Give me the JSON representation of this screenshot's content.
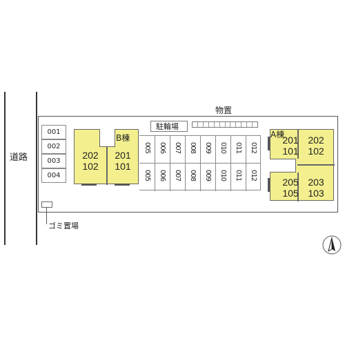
{
  "labels": {
    "road": "道路",
    "storage": "物置",
    "bicycle_parking": "駐輪場",
    "garbage": "ゴミ置場",
    "building_b": "B棟",
    "building_a": "A棟"
  },
  "left_slots": [
    "001",
    "002",
    "003",
    "004"
  ],
  "parking_top": [
    "005",
    "006",
    "007",
    "008",
    "009",
    "010",
    "011",
    "012"
  ],
  "parking_bottom": [
    "005",
    "006",
    "007",
    "008",
    "009",
    "010",
    "011",
    "012"
  ],
  "building_b_units": [
    {
      "upper": "202",
      "lower": "102"
    },
    {
      "upper": "201",
      "lower": "101"
    }
  ],
  "building_a_units": [
    {
      "upper": "201",
      "lower": "101"
    },
    {
      "upper": "202",
      "lower": "102"
    },
    {
      "upper": "205",
      "lower": "105"
    },
    {
      "upper": "203",
      "lower": "103"
    }
  ],
  "colors": {
    "building": "#f3ef8e",
    "line": "#333333"
  },
  "icons": {
    "north_arrow": "north-arrow-icon"
  }
}
